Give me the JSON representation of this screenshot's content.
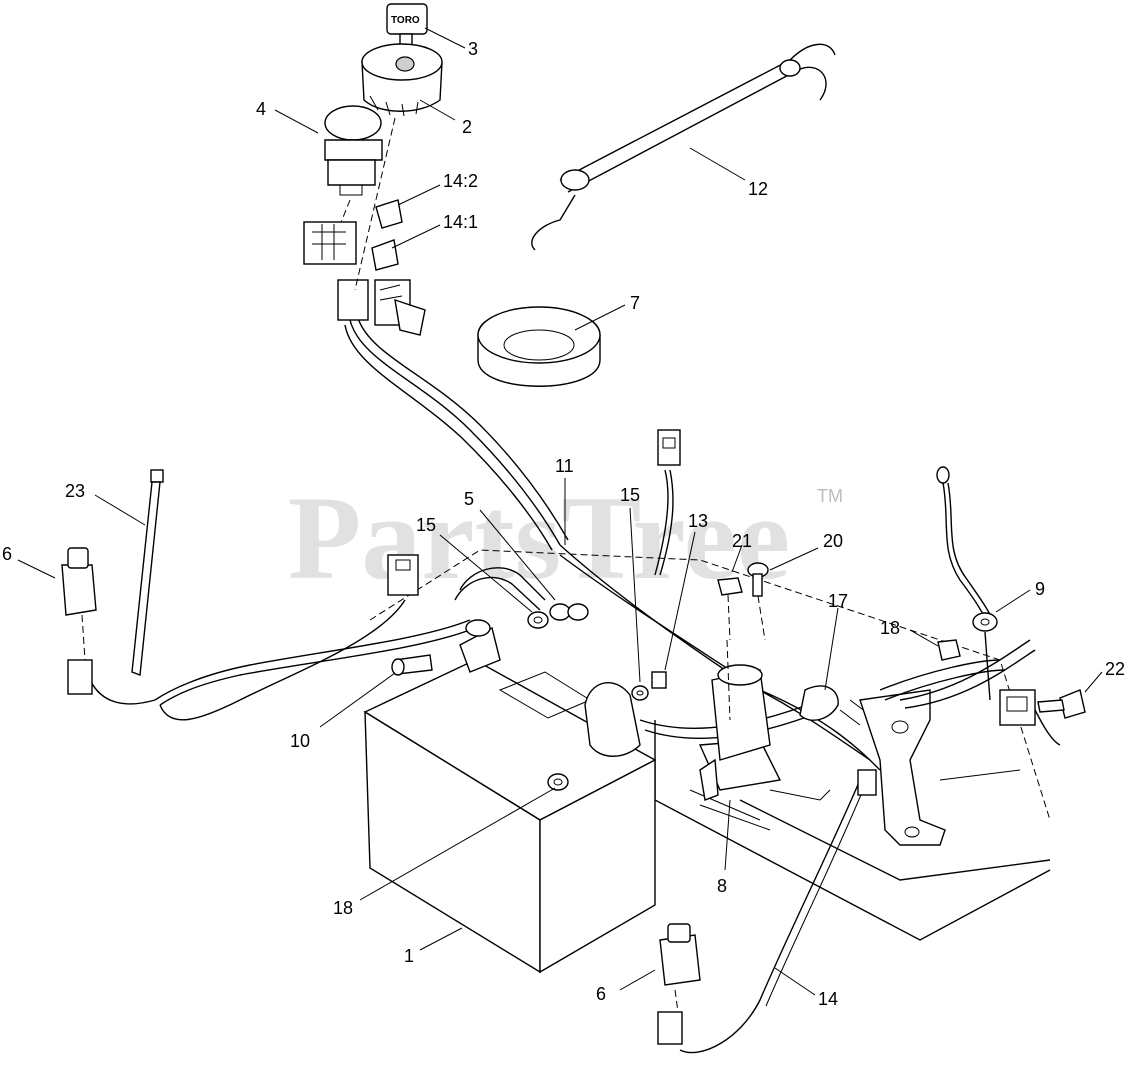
{
  "watermark": {
    "text": "PartsTree",
    "trademark": "TM"
  },
  "key_label": "TORO",
  "callouts": {
    "c3": "3",
    "c2": "2",
    "c4": "4",
    "c14_2": "14:2",
    "c14_1": "14:1",
    "c12": "12",
    "c7": "7",
    "c11": "11",
    "c23": "23",
    "c6a": "6",
    "c5": "5",
    "c15a": "15",
    "c15b": "15",
    "c13": "13",
    "c21": "21",
    "c20": "20",
    "c17": "17",
    "c9": "9",
    "c18a": "18",
    "c22": "22",
    "c10": "10",
    "c18b": "18",
    "c8": "8",
    "c1": "1",
    "c6b": "6",
    "c14": "14"
  }
}
